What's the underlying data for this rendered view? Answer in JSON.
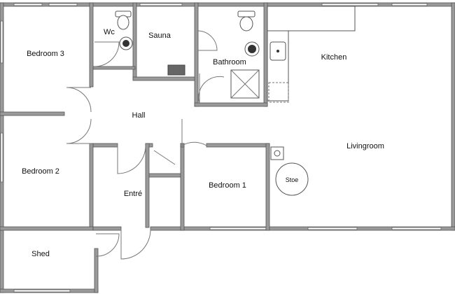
{
  "plan": {
    "rooms": {
      "bedroom3": "Bedroom 3",
      "wc": "Wc",
      "sauna": "Sauna",
      "bathroom": "Bathroom",
      "kitchen": "Kitchen",
      "hall": "Hall",
      "livingroom": "Livingroom",
      "bedroom2": "Bedroom 2",
      "entre": "Entré",
      "bedroom1": "Bedroom 1",
      "shed": "Shed"
    },
    "stove_label": "Stoe"
  }
}
